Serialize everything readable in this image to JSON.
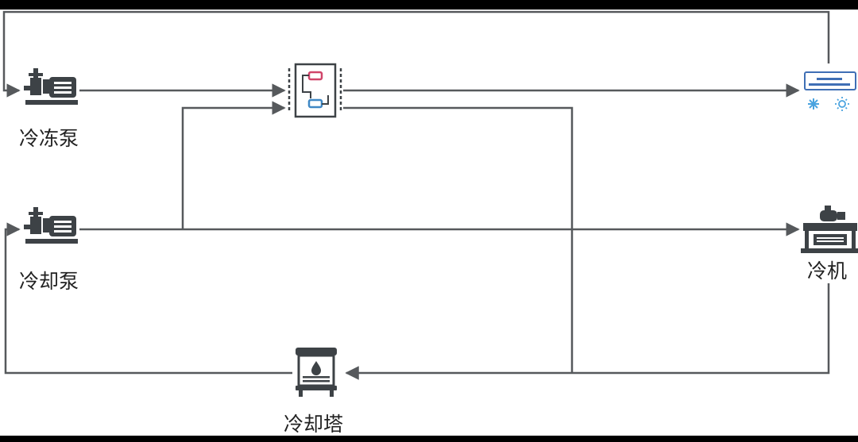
{
  "labels": {
    "chilled_pump": "冷冻泵",
    "cooling_pump": "冷却泵",
    "chiller": "冷机",
    "cooling_tower": "冷却塔"
  },
  "icons": {
    "chilled_pump": "pump-icon",
    "cooling_pump": "pump-icon",
    "heat_exchanger": "heat-exchanger-icon",
    "air_conditioner": "air-conditioner-icon",
    "chiller": "chiller-icon",
    "cooling_tower": "cooling-tower-icon"
  },
  "colors": {
    "pipe": "#56595c",
    "equipment": "#3d4246",
    "hot": "#d0456a",
    "cold": "#3f88c5",
    "snow": "#4aa3df",
    "sun": "#4aa3df"
  }
}
